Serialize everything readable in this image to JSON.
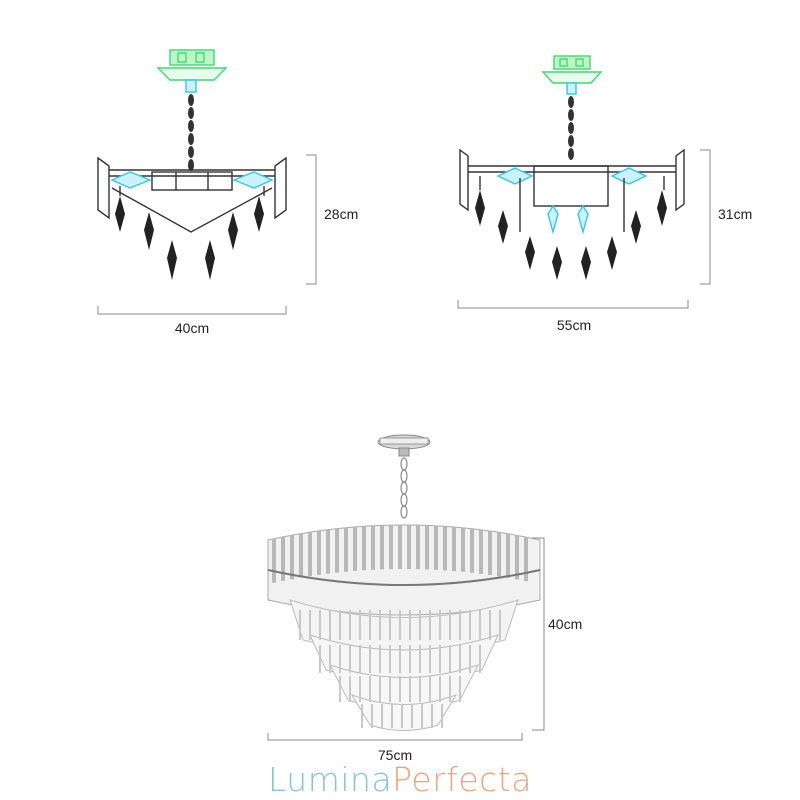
{
  "figures": [
    {
      "name": "small-pendant",
      "width_label": "40cm",
      "height_label": "28cm"
    },
    {
      "name": "medium-pendant",
      "width_label": "55cm",
      "height_label": "31cm"
    },
    {
      "name": "large-chandelier",
      "width_label": "75cm",
      "height_label": "40cm"
    }
  ],
  "brand": {
    "part1": "Lumina",
    "part2": "Perfecta"
  },
  "colors": {
    "line": "#333333",
    "highlight_green": "#3ddc6a",
    "highlight_blue": "#35c6e6",
    "dimension": "#888888",
    "brand_part1": "#7fc6d6",
    "brand_part2": "#f0a37a"
  }
}
